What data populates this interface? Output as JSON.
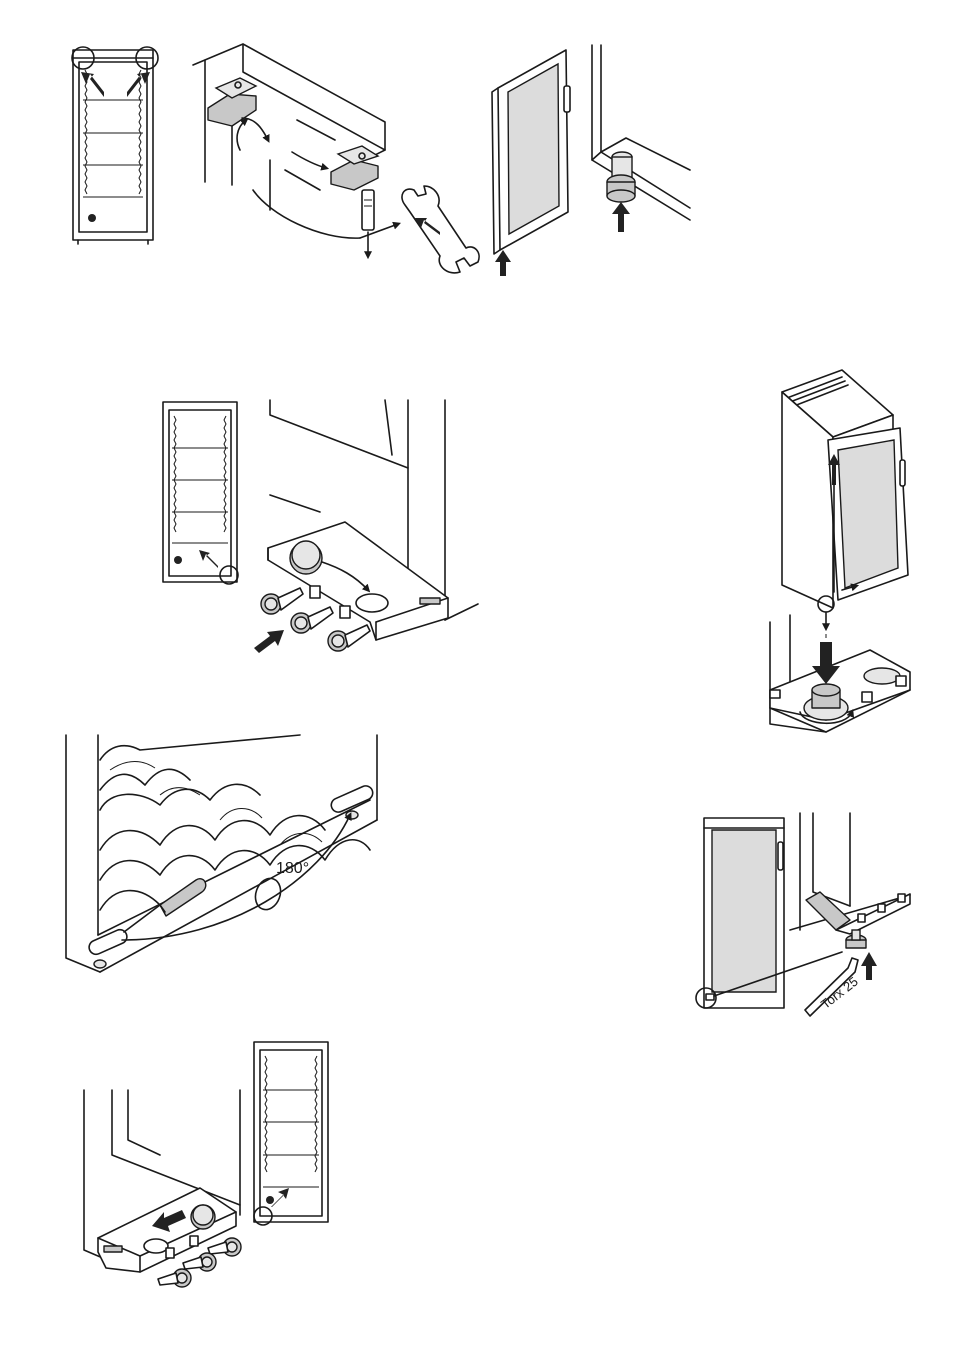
{
  "labels": {
    "angle": "180°",
    "tool": "Torx 25"
  },
  "colors": {
    "line": "#1a1a1a",
    "fill_gray": "#c8c8c8",
    "arrow": "#222222",
    "background": "#ffffff"
  },
  "illustrations": [
    "fridge-front-hinge-callout",
    "top-hinge-removal-wrench",
    "door-lift-off",
    "bottom-hinge-cover-screws",
    "fridge-door-reattach",
    "hinge-pin-180-rotation",
    "torx-foot-screw",
    "bottom-cover-refit"
  ]
}
